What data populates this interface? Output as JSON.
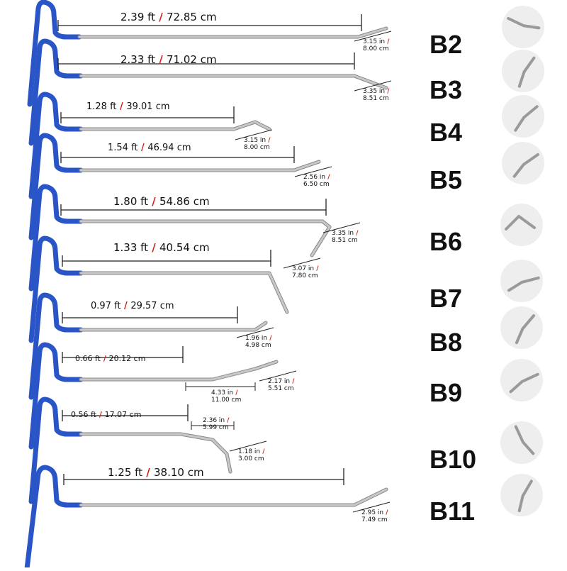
{
  "colors": {
    "handle": "#2a55c7",
    "handle_dark": "#1a3a9a",
    "rod": "#c8c8c8",
    "rod_dark": "#8a8a8a",
    "separator": "#d0201a",
    "bracket": "#222222"
  },
  "rods": [
    {
      "id": "B2",
      "length_ft": "2.39 ft",
      "length_cm": "72.85 cm",
      "tip_in": "3.15 in",
      "tip_cm": "8.00 cm"
    },
    {
      "id": "B3",
      "length_ft": "2.33 ft",
      "length_cm": "71.02 cm",
      "tip_in": "3.35 in",
      "tip_cm": "8.51 cm"
    },
    {
      "id": "B4",
      "length_ft": "1.28 ft",
      "length_cm": "39.01 cm",
      "tip_in": "3.15 in",
      "tip_cm": "8.00 cm"
    },
    {
      "id": "B5",
      "length_ft": "1.54 ft",
      "length_cm": "46.94 cm",
      "tip_in": "2.56 in",
      "tip_cm": "6.50 cm"
    },
    {
      "id": "B6",
      "length_ft": "1.80 ft",
      "length_cm": "54.86 cm",
      "tip_in": "3.35 in",
      "tip_cm": "8.51 cm"
    },
    {
      "id": "B7",
      "length_ft": "1.33 ft",
      "length_cm": "40.54 cm",
      "tip_in": "3.07 in",
      "tip_cm": "7.80 cm"
    },
    {
      "id": "B8",
      "length_ft": "0.97 ft",
      "length_cm": "29.57 cm",
      "tip_in": "1.96 in",
      "tip_cm": "4.98 cm"
    },
    {
      "id": "B9",
      "length_ft": "0.66 ft",
      "length_cm": "20.12 cm",
      "tip_in": "2.17 in",
      "tip_cm": "5.51 cm",
      "mid_in": "4.33 in",
      "mid_cm": "11.00 cm"
    },
    {
      "id": "B10",
      "length_ft": "0.56 ft",
      "length_cm": "17.07 cm",
      "tip_in": "1.18 in",
      "tip_cm": "3.00 cm",
      "mid_in": "2.36 in",
      "mid_cm": "5.99 cm"
    },
    {
      "id": "B11",
      "length_ft": "1.25 ft",
      "length_cm": "38.10 cm",
      "tip_in": "2.95 in",
      "tip_cm": "7.49 cm"
    }
  ]
}
